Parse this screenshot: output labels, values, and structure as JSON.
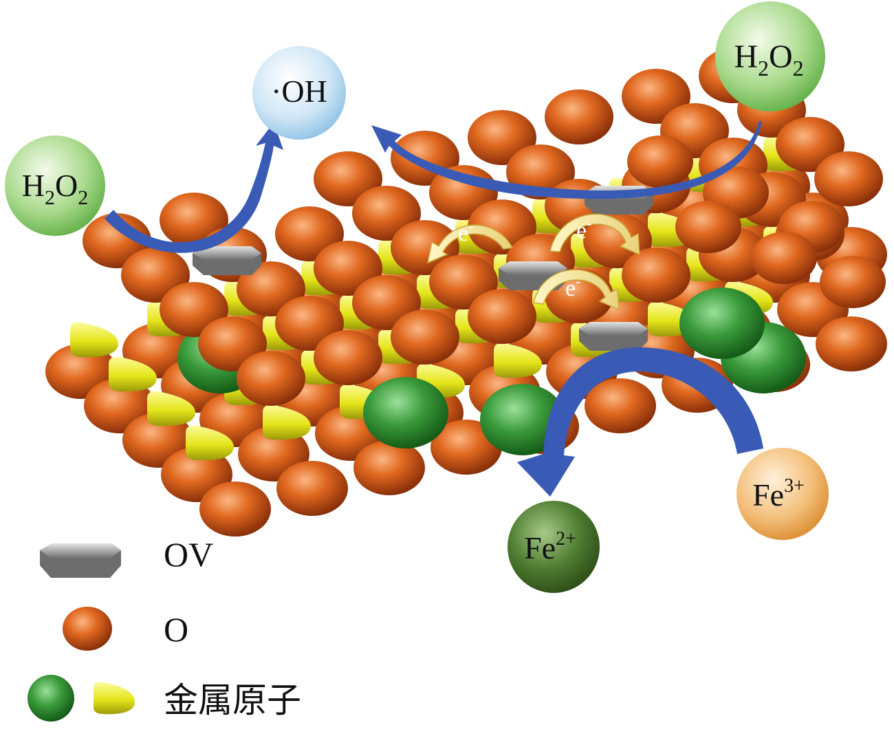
{
  "species": {
    "oh_radical": "·OH",
    "h2o2_left": {
      "base1": "H",
      "sub1": "2",
      "base2": "O",
      "sub2": "2"
    },
    "h2o2_right": {
      "base1": "H",
      "sub1": "2",
      "base2": "O",
      "sub2": "2"
    },
    "fe3": {
      "base": "Fe",
      "sup": "3+"
    },
    "fe2": {
      "base": "Fe",
      "sup": "2+"
    }
  },
  "electron": {
    "base": "e",
    "sup": "-"
  },
  "legend": {
    "items": [
      {
        "label": "OV",
        "icon": "oxygen-vacancy-icon"
      },
      {
        "label": "O",
        "icon": "oxygen-atom-icon"
      },
      {
        "label": "金属原子",
        "icon": "metal-atom-icon"
      }
    ]
  },
  "colors": {
    "oxygen": "#d95c1a",
    "vacancy": "#9a9a9a",
    "metal_green": "#3c9a3a",
    "metal_yellow": "#e8e81a",
    "arrow": "#3a5bb5",
    "h2o2_bubble": "#8fcf74",
    "oh_bubble": "#bcdcf2",
    "fe3_bubble": "#f0b56b",
    "fe2_bubble": "#4d7a2e"
  }
}
